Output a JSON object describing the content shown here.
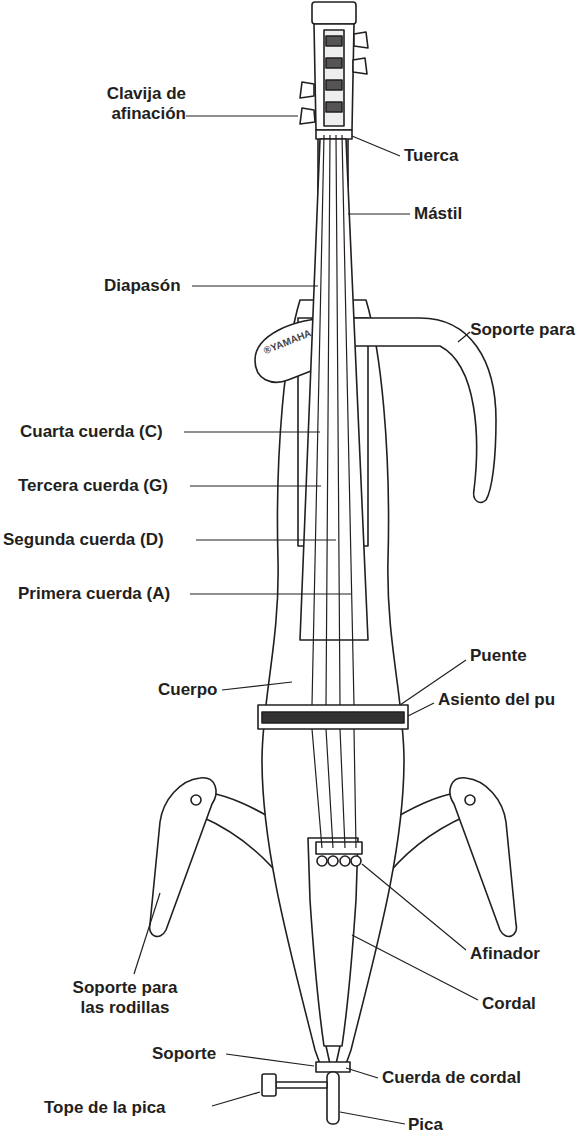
{
  "diagram": {
    "labels": [
      "Clavija de afinación",
      "Tuerca",
      "Mástil",
      "Diapasón",
      "Soporte para",
      "®YAMAHA",
      "Cuarta cuerda (C)",
      "Tercera cuerda (G)",
      "Segunda cuerda (D)",
      "Primera cuerda (A)",
      "Puente",
      "Cuerpo",
      "Asiento del pu",
      "Soporte para las rodillas",
      "Afinador",
      "Cordal",
      "Soporte",
      "Tope de la pica",
      "Cuerda de cordal",
      "Pica"
    ]
  }
}
